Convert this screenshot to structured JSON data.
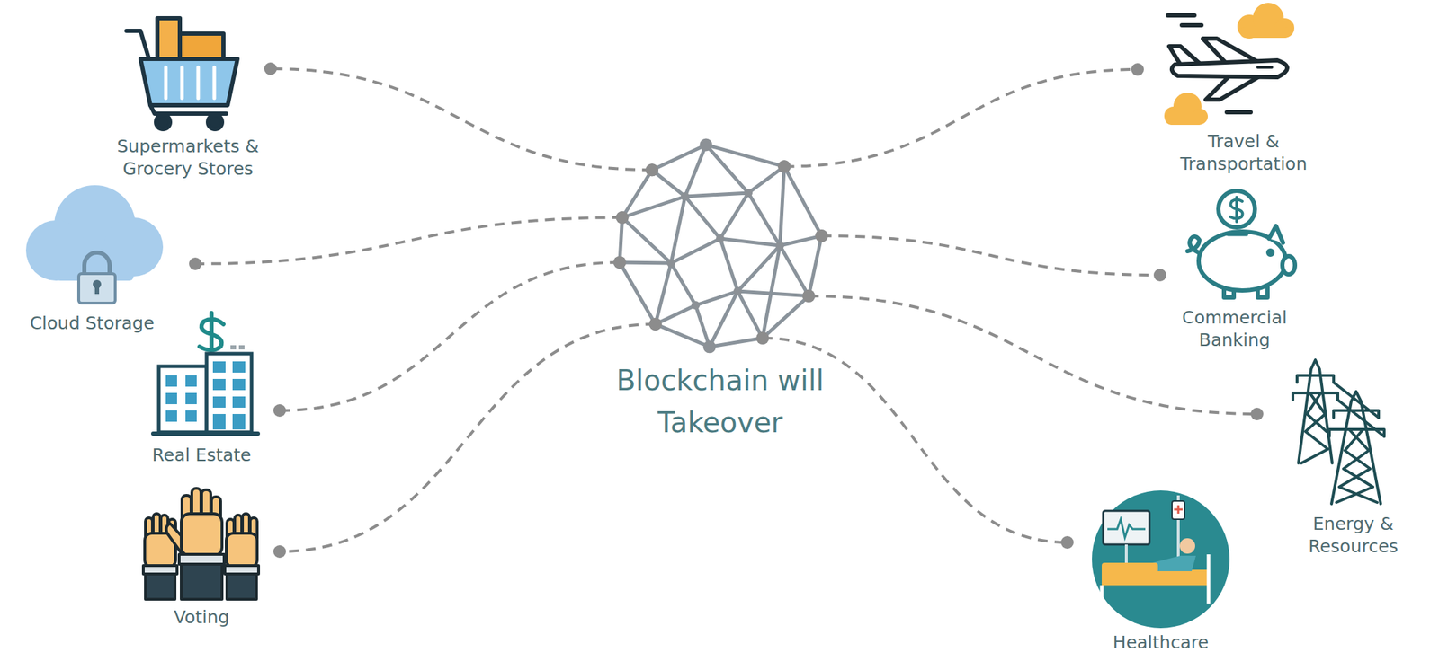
{
  "diagram": {
    "nodes": [
      {
        "text": [
          "Blockchain will Takeover"
        ]
      },
      {
        "text": [
          "Supermarkets & Grocery Stores"
        ]
      },
      {
        "text": [
          "Cloud Storage"
        ]
      },
      {
        "text": [
          "Real Estate"
        ]
      },
      {
        "text": [
          "Voting"
        ]
      },
      {
        "text": [
          "Travel & Transportation"
        ]
      },
      {
        "text": [
          "Commercial Banking"
        ]
      },
      {
        "text": [
          "Energy & Resources"
        ]
      },
      {
        "text": [
          "Healthcare"
        ]
      }
    ],
    "edges": [
      {
        "from": 0,
        "to": 1,
        "arrow": "none"
      },
      {
        "from": 0,
        "to": 2,
        "arrow": "none"
      },
      {
        "from": 0,
        "to": 3,
        "arrow": "none"
      },
      {
        "from": 0,
        "to": 4,
        "arrow": "none"
      },
      {
        "from": 0,
        "to": 5,
        "arrow": "none"
      },
      {
        "from": 0,
        "to": 6,
        "arrow": "none"
      },
      {
        "from": 0,
        "to": 7,
        "arrow": "none"
      },
      {
        "from": 0,
        "to": 8,
        "arrow": "none"
      }
    ]
  }
}
